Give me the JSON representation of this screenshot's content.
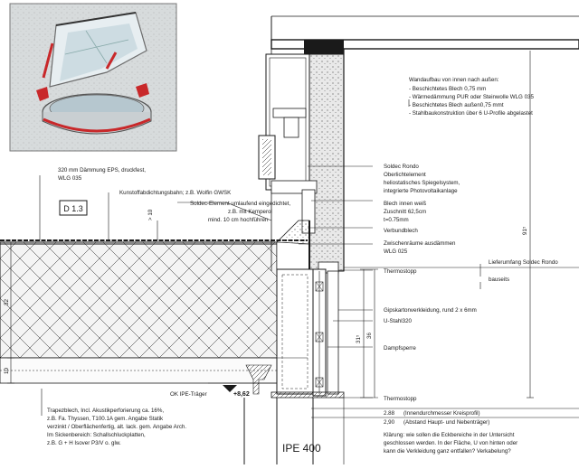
{
  "photo_caption": "",
  "labels": {
    "wall_build_title": "Wandaufbau von innen nach außen:",
    "wall_build_items": [
      "- Beschichtetes Blech 0,75 mm",
      "- Wärmedämmung PUR oder Steinwolle WLG 035",
      "- Beschichtetes Blech außen0,75 mmt",
      "- Stahlbaukonstruktion über 6 U-Profile abgelastet"
    ],
    "roof_insulation_1": "320 mm Dämmung EPS, druckfest,",
    "roof_insulation_2": "WLG 035",
    "membrane": "Kunstoffabdichtungsbahn; z.B. Wolfin GWSK",
    "detail_tag": "D 1.3",
    "dim_10_small": "> 10",
    "soldec_seal_1": "Soldec-Element umlaufend eingedichtet,",
    "soldec_seal_2": "z.B. mit Kemperol",
    "soldec_seal_3": "mind. 10 cm hochführen",
    "soldec_1": "Soldec Rondo",
    "soldec_2": "Oberlichtelement",
    "soldec_3": "heliostatisches Spiegelsystem,",
    "soldec_4": "integrierte Photovoltaikanlage",
    "sheet_1": "Blech innen weiß",
    "sheet_2": "Zuschnitt 62,5cm",
    "sheet_3": "t=0.75mm",
    "composite": "Verbundblech",
    "cavity_1": "Zwischenräume ausdämmen",
    "cavity_2": "WLG 025",
    "delivery": "Lieferumfang Soldec Rondo",
    "thermostopp_top": "Thermostopp",
    "bauseits": "bauseits",
    "gypsum": "Gipskartonverkleidung, rund 2 x 6mm",
    "ustahl": "U-Stahl320",
    "vapor": "Dampfsperre",
    "thermostopp_bottom": "Thermostopp",
    "ipe_beam": "OK IPE-Träger",
    "level": "+8,62",
    "trapez_1": "Trapezblech, Incl. Akustikperforierung ca. 16%,",
    "trapez_2": "z.B. Fa. Thyssen, T100.1A gem. Angabe Statik",
    "trapez_3": "verzinkt / Oberflächenfertig, alt. lack. gem. Angabe Arch.",
    "trapez_4": "Im Sickenbereich: Schallschluckplatten,",
    "trapez_5": "z.B. G + H Isover P3/V o. glw.",
    "dim_288": "2.88",
    "dim_288_text": "(Innendurchmesser Kreisprofil)",
    "dim_290": "2,90",
    "dim_290_text": "(Abstand Haupt- und Nebenträger)",
    "question_1": "Klärung: wie sollen die Eckbereiche in der Untersicht",
    "question_2": "geschlossen werden. In der Fläche, U von hinten oder",
    "question_3": "kann die Verkleidung ganz entfallen? Verkabelung?",
    "ipe400": "IPE 400",
    "dim_91": "91⁵",
    "dim_32": "32",
    "dim_10": "10",
    "dim_31": "31⁵",
    "dim_36": "36"
  },
  "colors": {
    "line": "#1a1a1a",
    "insulation_fill": "#f4f4f4",
    "wall_fill": "#e9e9e9",
    "photo_bg": "#d7dbdc",
    "photo_red": "#c8282a"
  }
}
